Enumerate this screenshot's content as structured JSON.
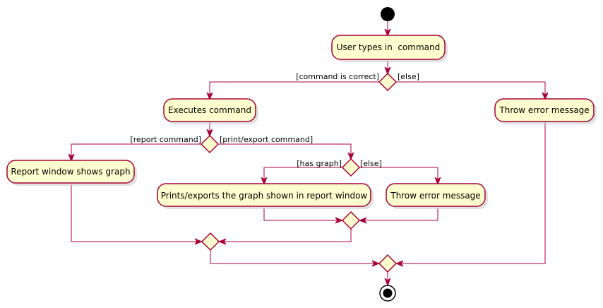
{
  "activities": {
    "user_types": "User types in  command",
    "executes": "Executes command",
    "throw_error_1": "Throw error message",
    "report_window": "Report window shows graph",
    "prints_exports": "Prints/exports the graph shown in report window",
    "throw_error_2": "Throw error message"
  },
  "guards": {
    "command_correct": "[command is correct]",
    "else_1": "[else]",
    "report_command": "[report command]",
    "print_export_command": "[print/export command]",
    "has_graph": "[has graph]",
    "else_2": "[else]"
  },
  "colors": {
    "activity_fill": "#FEFECE",
    "border": "#A80036",
    "node": "#000000"
  }
}
